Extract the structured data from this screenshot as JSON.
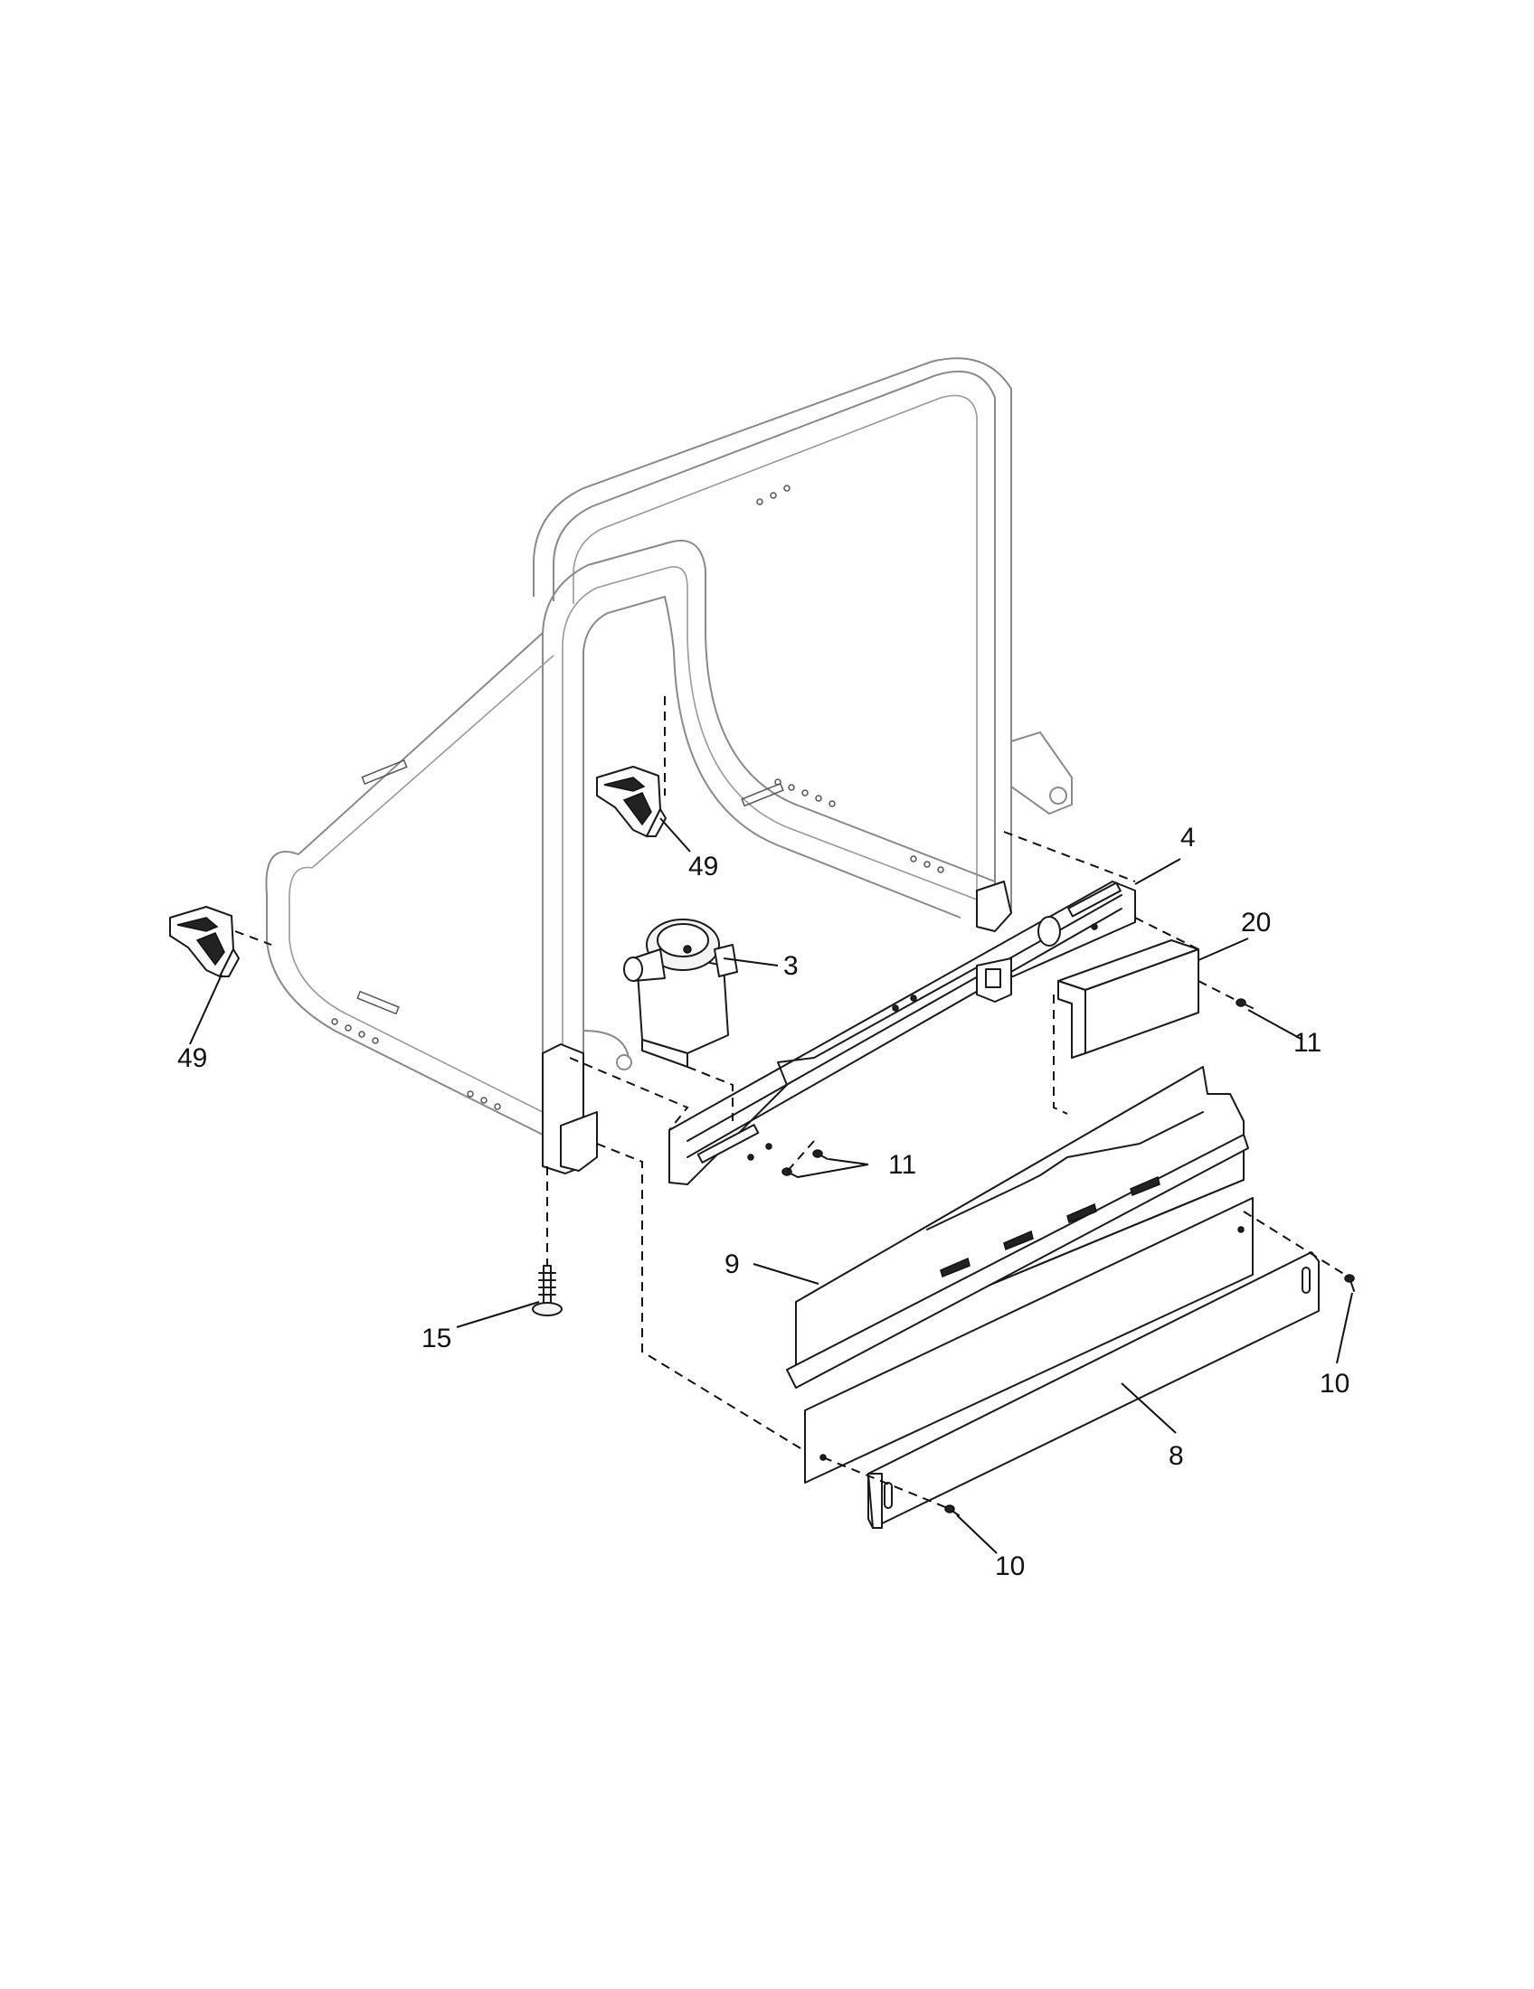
{
  "callouts": {
    "c4": "4",
    "c20": "20",
    "c3": "3",
    "c11a": "11",
    "c11b": "11",
    "c49a": "49",
    "c49b": "49",
    "c9": "9",
    "c15": "15",
    "c10a": "10",
    "c10b": "10",
    "c8": "8"
  }
}
